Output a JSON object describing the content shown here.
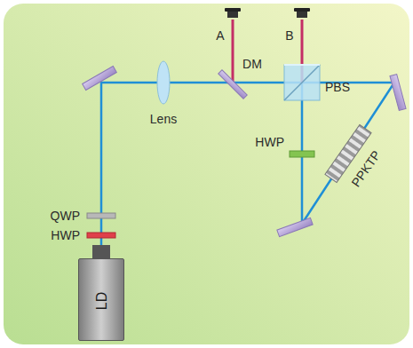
{
  "diagram": {
    "nodes": [
      {
        "text": [
          "LD"
        ]
      }
    ],
    "labels": [
      "A",
      "B",
      "DM",
      "PBS",
      "Lens",
      "QWP",
      "HWP",
      "HWP",
      "PPKTP"
    ]
  }
}
